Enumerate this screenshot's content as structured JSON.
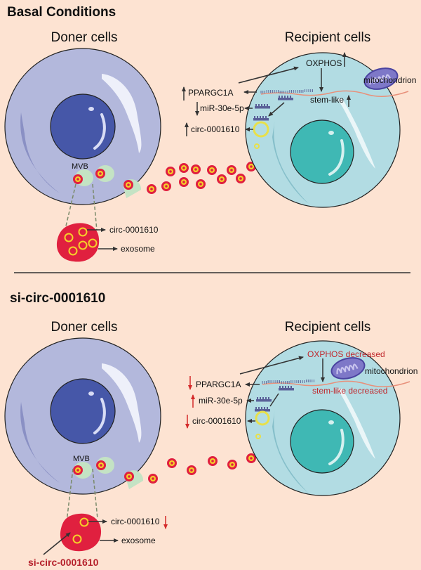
{
  "panels": [
    {
      "title": "Basal Conditions",
      "donor_label": "Doner cells",
      "recipient_label": "Recipient cells",
      "mvb_label": "MVB",
      "exosome_labels": {
        "circ": "circ-0001610",
        "exosome": "exosome"
      },
      "recipient": {
        "oxphos": "OXPHOS",
        "mitochondrion": "mitochondrion",
        "stem_like": "stem-like",
        "genes": [
          {
            "name": "PPARGC1A",
            "direction": "up"
          },
          {
            "name": "miR-30e-5p",
            "direction": "down"
          },
          {
            "name": "circ-0001610",
            "direction": "up"
          }
        ],
        "oxphos_direction": "up",
        "stem_direction": "up"
      }
    },
    {
      "title": "si-circ-0001610",
      "donor_label": "Doner cells",
      "recipient_label": "Recipient cells",
      "mvb_label": "MVB",
      "exosome_labels": {
        "circ": "circ-0001610",
        "exosome": "exosome",
        "circ_direction": "down"
      },
      "si_label": "si-circ-0001610",
      "recipient": {
        "oxphos": "OXPHOS decreased",
        "mitochondrion": "mitochondrion",
        "stem_like": "stem-like decreased",
        "genes": [
          {
            "name": "PPARGC1A",
            "direction": "down"
          },
          {
            "name": "miR-30e-5p",
            "direction": "up"
          },
          {
            "name": "circ-0001610",
            "direction": "down"
          }
        ]
      }
    }
  ],
  "colors": {
    "background": "#fde3d2",
    "donor_cytoplasm": "#b3b8dc",
    "donor_nucleus": "#4657a8",
    "recipient_cytoplasm": "#b2dce3",
    "recipient_nucleus": "#3fb8b4",
    "exosome": "#e0203f",
    "circ_rna": "#f5d02a",
    "mvb": "#c4e3c4",
    "mitochondrion": "#7e78c8",
    "alert_red": "#c0282d"
  }
}
